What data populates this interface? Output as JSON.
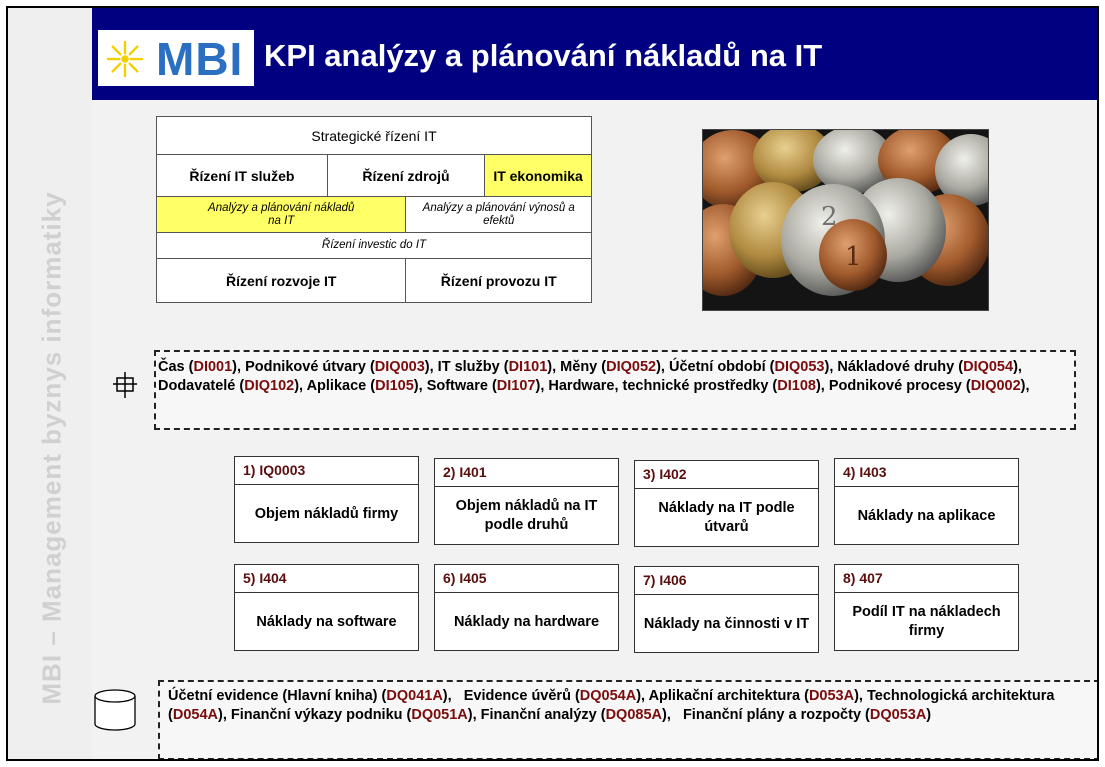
{
  "sidebar": {
    "text": "MBI – Management byznys informatiky"
  },
  "header": {
    "logo": "MBI",
    "title": "KPI analýzy a plánování nákladů na IT"
  },
  "framework": {
    "top": "Strategické řízení IT",
    "row2": [
      "Řízení IT služeb",
      "Řízení  zdrojů",
      "IT ekonomika"
    ],
    "costs_line1": "Analýzy a plánování nákladů",
    "costs_line2": "na IT",
    "revenue_line1": "Analýzy a plánování výnosů a",
    "revenue_line2": "efektů",
    "invest": "Řízení investic do IT",
    "bottom": [
      "Řízení rozvoje IT",
      "Řízení provozu IT"
    ]
  },
  "dimensions": {
    "icon": "cube-icon",
    "items": [
      {
        "name": "Čas",
        "code": "DI001"
      },
      {
        "name": "Podnikové útvary",
        "code": "DIQ003"
      },
      {
        "name": "IT služby",
        "code": "DI101"
      },
      {
        "name": "Měny",
        "code": "DIQ052"
      },
      {
        "name": "Účetní období",
        "code": "DIQ053"
      },
      {
        "name": "Nákladové druhy",
        "code": "DIQ054"
      },
      {
        "name": "Dodavatelé",
        "code": "DIQ102"
      },
      {
        "name": "Aplikace",
        "code": "DI105"
      },
      {
        "name": "Software",
        "code": "DI107"
      },
      {
        "name": "Hardware, technické prostředky",
        "code": "DI108"
      },
      {
        "name": "Podnikové procesy",
        "code": "DIQ002"
      }
    ]
  },
  "kpis": [
    {
      "id": "1) IQ0003",
      "name": "Objem nákladů firmy"
    },
    {
      "id": "2) I401",
      "name": "Objem nákladů na IT podle druhů"
    },
    {
      "id": "3) I402",
      "name": "Náklady na IT podle útvarů"
    },
    {
      "id": "4) I403",
      "name": "Náklady na aplikace"
    },
    {
      "id": "5) I404",
      "name": "Náklady na software"
    },
    {
      "id": "6) I405",
      "name": "Náklady na hardware"
    },
    {
      "id": "7) I406",
      "name": "Náklady na činnosti v IT"
    },
    {
      "id": "8) 407",
      "name": "Podíl IT na nákladech firmy"
    }
  ],
  "sources": {
    "icon": "database-icon",
    "items": [
      {
        "name": "Účetní evidence (Hlavní kniha)",
        "code": "DQ041A"
      },
      {
        "name": "Evidence úvěrů",
        "code": "DQ054A"
      },
      {
        "name": "Aplikační architektura",
        "code": "D053A"
      },
      {
        "name": "Technologická architektura",
        "code": "D054A"
      },
      {
        "name": "Finanční výkazy podniku",
        "code": "DQ051A"
      },
      {
        "name": "Finanční analýzy",
        "code": "DQ085A"
      },
      {
        "name": "Finanční plány a rozpočty",
        "code": "DQ053A"
      }
    ]
  },
  "colors": {
    "header": "#000080",
    "highlight": "#ffff66",
    "code": "#7a0c0c"
  }
}
